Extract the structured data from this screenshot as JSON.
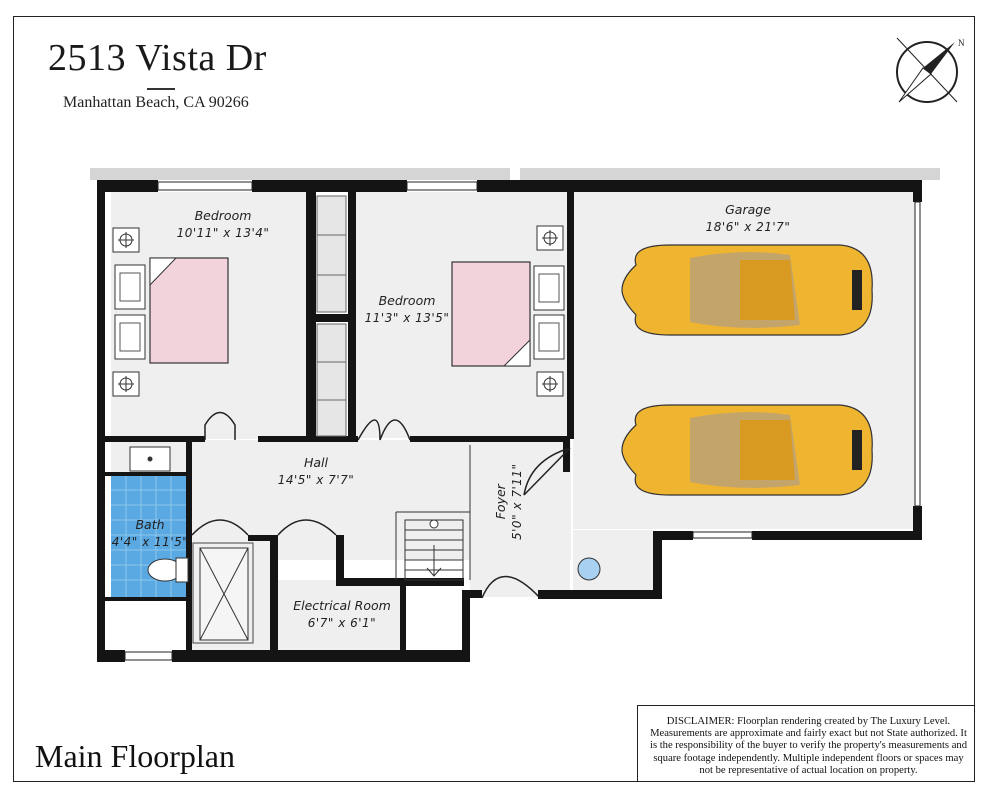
{
  "header": {
    "address": "2513 Vista Dr",
    "city_state_zip": "Manhattan Beach, CA 90266"
  },
  "footer": {
    "title": "Main Floorplan",
    "disclaimer": "DISCLAIMER: Floorplan rendering created by The Luxury Level. Measurements are approximate and fairly exact but not State authorized. It is the responsibility of the buyer to verify the property's measurements and square footage independently. Multiple independent floors or spaces may not be representative of actual location on property."
  },
  "compass": {
    "north_label": "N"
  },
  "rooms": {
    "bedroom1": {
      "name": "Bedroom",
      "dims": "10'11\" x 13'4\""
    },
    "bedroom2": {
      "name": "Bedroom",
      "dims": "11'3\" x 13'5\""
    },
    "garage": {
      "name": "Garage",
      "dims": "18'6\" x 21'7\""
    },
    "hall": {
      "name": "Hall",
      "dims": "14'5\" x 7'7\""
    },
    "bath": {
      "name": "Bath",
      "dims": "4'4\" x 11'5\""
    },
    "foyer": {
      "name": "Foyer",
      "dims": "5'0\" x 7'11\""
    },
    "electrical": {
      "name": "Electrical Room",
      "dims": "6'7\" x 6'1\""
    }
  },
  "colors": {
    "wall": "#141414",
    "bath_tile": "#58a8e2",
    "bed_sheet": "#f2d3dc",
    "car_body": "#f0b530",
    "floor": "#ececec"
  }
}
